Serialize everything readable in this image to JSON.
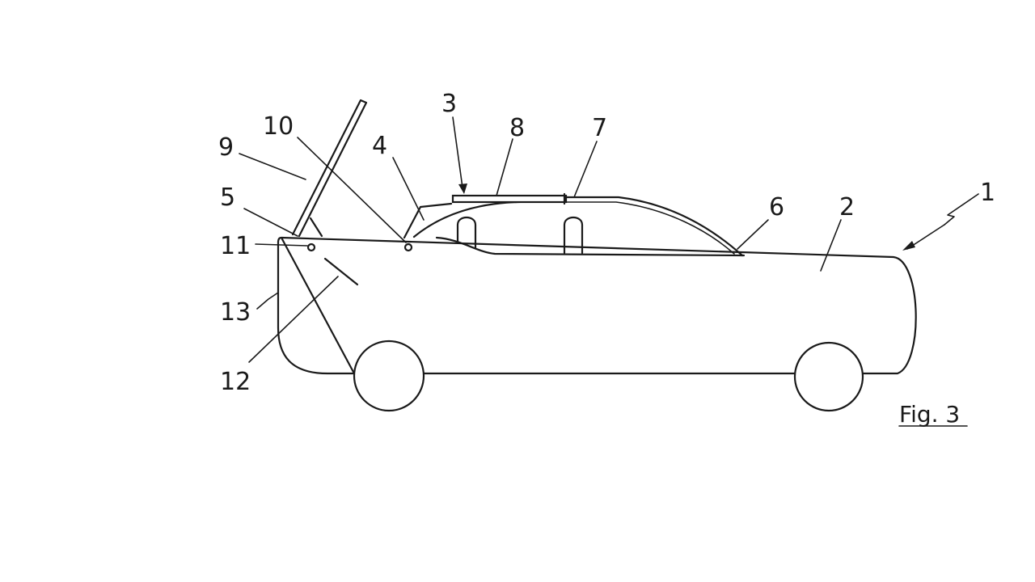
{
  "figure": {
    "caption": "Fig. 3"
  },
  "labels": {
    "l1": "1",
    "l2": "2",
    "l3": "3",
    "l4": "4",
    "l5": "5",
    "l6": "6",
    "l7": "7",
    "l8": "8",
    "l9": "9",
    "l10": "10",
    "l11": "11",
    "l12": "12",
    "l13": "13"
  },
  "colors": {
    "ink": "#1a1a1a",
    "background": "#ffffff"
  }
}
